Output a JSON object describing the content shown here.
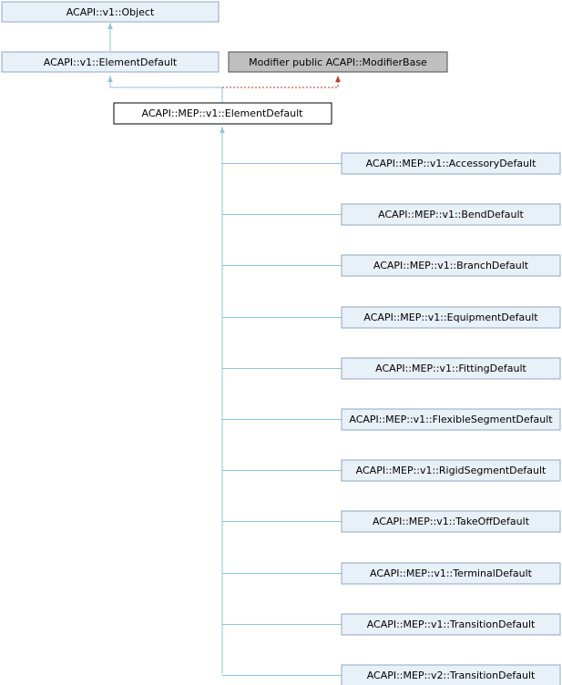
{
  "colors": {
    "node_fill": "#E8F0F8",
    "node_stroke": "#8FA7C4",
    "current_fill": "#FFFFFF",
    "current_stroke": "#000000",
    "external_fill": "#BFBFBF",
    "external_stroke": "#4D4D4D",
    "inherit_edge": "#8EC6D9",
    "template_edge": "#C0392B"
  },
  "nodes": {
    "object": "ACAPI::v1::Object",
    "element_default": "ACAPI::v1::ElementDefault",
    "modifier_base": "Modifier public ACAPI::ModifierBase",
    "mep_element_default": "ACAPI::MEP::v1::ElementDefault",
    "children": [
      "ACAPI::MEP::v1::AccessoryDefault",
      "ACAPI::MEP::v1::BendDefault",
      "ACAPI::MEP::v1::BranchDefault",
      "ACAPI::MEP::v1::EquipmentDefault",
      "ACAPI::MEP::v1::FittingDefault",
      "ACAPI::MEP::v1::FlexibleSegmentDefault",
      "ACAPI::MEP::v1::RigidSegmentDefault",
      "ACAPI::MEP::v1::TakeOffDefault",
      "ACAPI::MEP::v1::TerminalDefault",
      "ACAPI::MEP::v1::TransitionDefault",
      "ACAPI::MEP::v2::TransitionDefault"
    ]
  }
}
